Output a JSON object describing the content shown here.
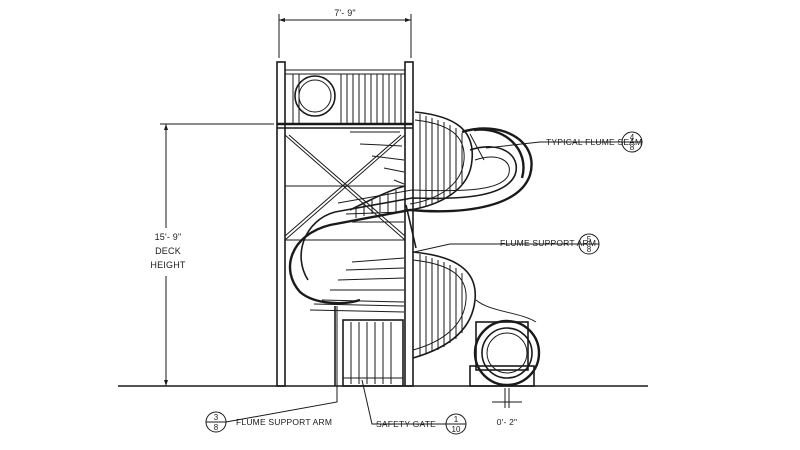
{
  "dims": {
    "top_width": "7'- 9\"",
    "deck_height_value": "15'- 9\"",
    "deck_height_l1": "DECK",
    "deck_height_l2": "HEIGHT",
    "bottom_offset": "0'- 2\""
  },
  "callouts": {
    "typical_flume_seam": {
      "label": "TYPICAL FLUME SEAM",
      "ref_top": "4",
      "ref_bottom": "8"
    },
    "flume_support_arm_right": {
      "label": "FLUME SUPPORT ARM",
      "ref_top": "5",
      "ref_bottom": "8"
    },
    "flume_support_arm_left": {
      "label": "FLUME SUPPORT ARM",
      "ref_top": "3",
      "ref_bottom": "8"
    },
    "safety_gate": {
      "label": "SAFETY GATE",
      "ref_top": "1",
      "ref_bottom": "10"
    }
  },
  "colors": {
    "line": "#1a1a1a",
    "background": "#ffffff"
  }
}
